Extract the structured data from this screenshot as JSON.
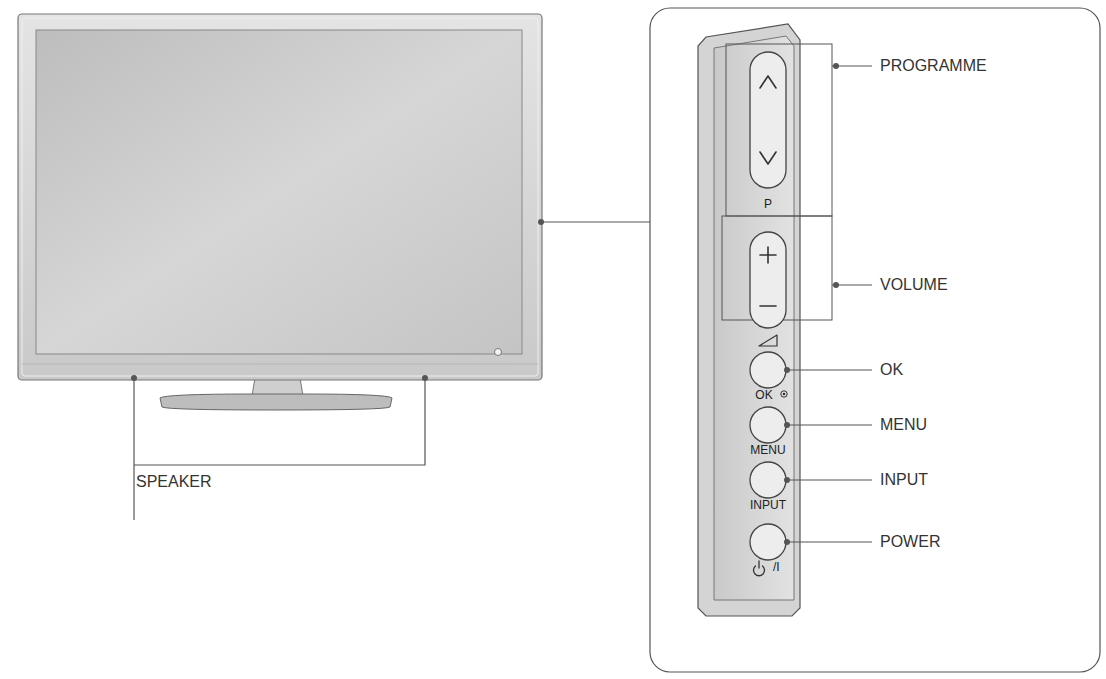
{
  "diagram": {
    "labels": [
      "PROGRAMME",
      "VOLUME",
      "OK",
      "MENU",
      "INPUT",
      "POWER",
      "SPEAKER",
      "P",
      "OK",
      "MENU",
      "INPUT",
      "/I"
    ]
  }
}
